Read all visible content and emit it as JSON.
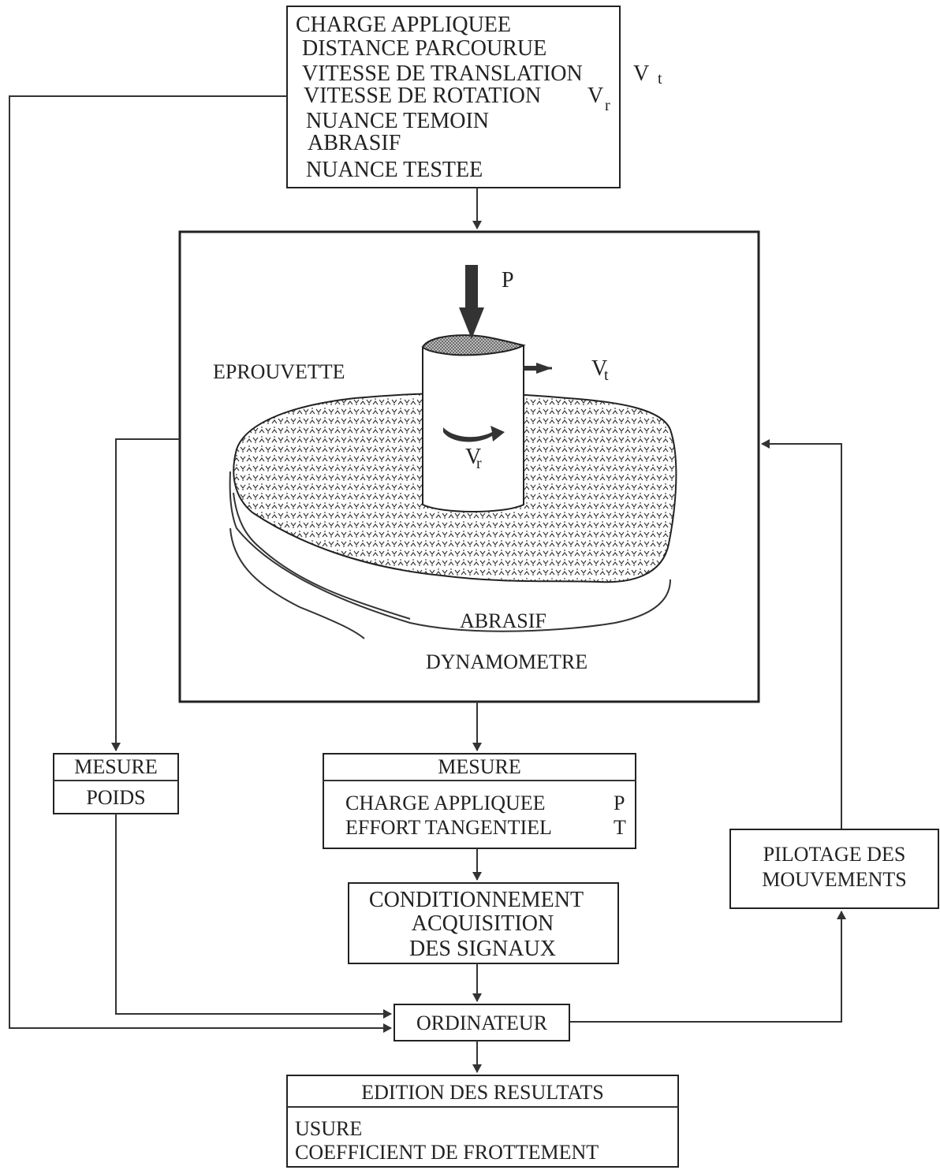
{
  "inputs_box": {
    "lines": [
      "CHARGE APPLIQUEE",
      "DISTANCE PARCOURUE",
      "VITESSE DE TRANSLATION",
      "VITESSE DE ROTATION",
      "NUANCE TEMOIN",
      "ABRASIF",
      "NUANCE TESTEE"
    ],
    "vt_symbol": "V",
    "vt_sub": "t",
    "vr_symbol": "V",
    "vr_sub": "r"
  },
  "machine": {
    "load_label": "P",
    "specimen_label": "EPROUVETTE",
    "translation_label": "V",
    "translation_sub": "t",
    "rotation_label": "V",
    "rotation_sub": "r",
    "abrasive_label": "ABRASIF",
    "dynamometer_label": "DYNAMOMETRE"
  },
  "weight_box": {
    "header": "MESURE",
    "item": "POIDS"
  },
  "force_box": {
    "header": "MESURE",
    "line1": "CHARGE APPLIQUEE",
    "line1_symbol": "P",
    "line2": "EFFORT TANGENTIEL",
    "line2_symbol": "T"
  },
  "conditioning_box": {
    "lines": [
      "CONDITIONNEMENT",
      "ACQUISITION",
      "DES SIGNAUX"
    ]
  },
  "motion_box": {
    "lines": [
      "PILOTAGE DES",
      "MOUVEMENTS"
    ]
  },
  "computer_box": {
    "label": "ORDINATEUR"
  },
  "results_box": {
    "header": "EDITION DES RESULTATS",
    "lines": [
      "USURE",
      "COEFFICIENT DE FROTTEMENT"
    ]
  }
}
